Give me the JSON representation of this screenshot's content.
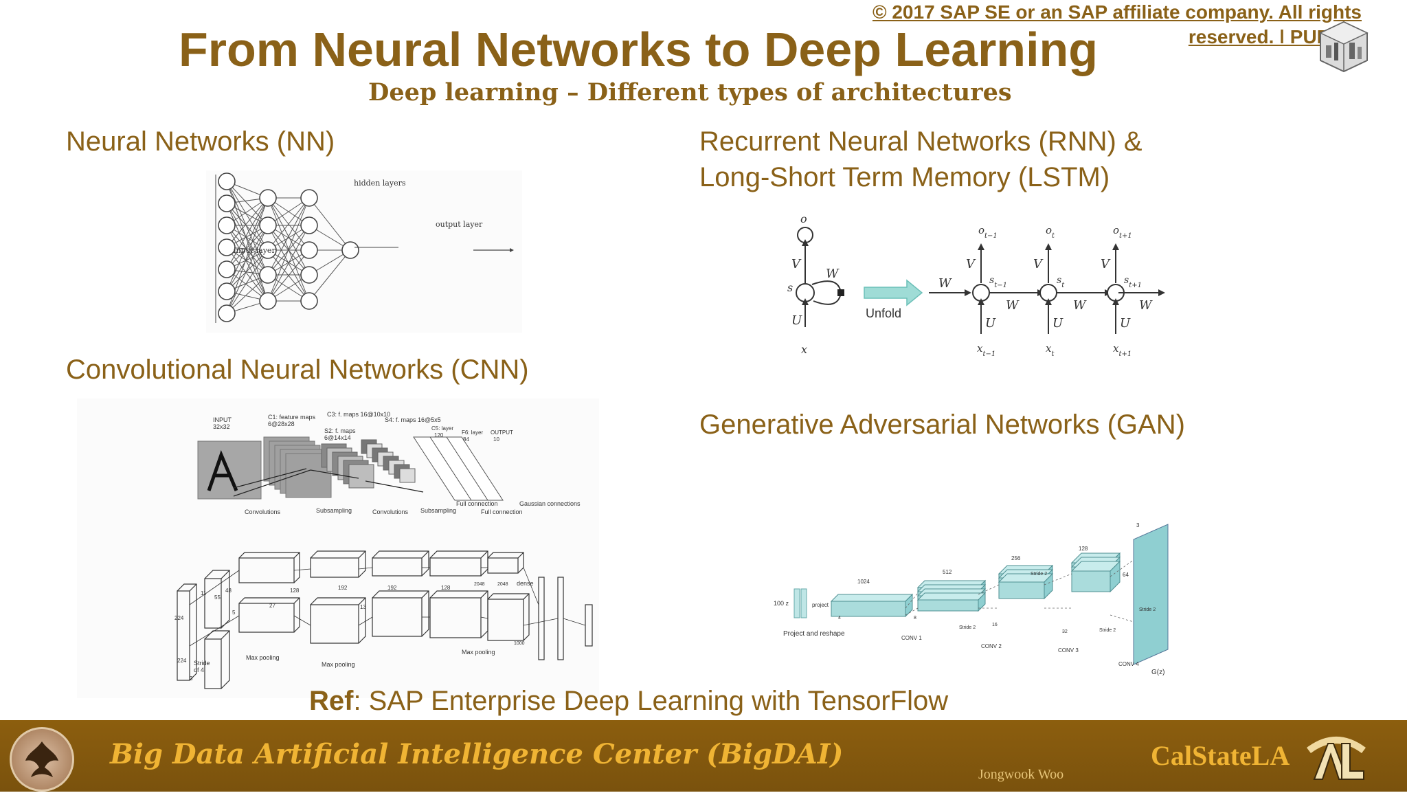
{
  "header": {
    "copyright": "© 2017 SAP SE or an SAP affiliate company. All rights reserved.  ǀ  PUBLIC",
    "title": "From Neural Networks to Deep Learning",
    "subtitle": "Deep learning – Different types of architectures"
  },
  "sections": {
    "nn": {
      "label": "Neural Networks (NN)",
      "diagram": {
        "hidden_layers": "hidden layers",
        "input_layer": "input layer",
        "output_layer": "output layer"
      }
    },
    "rnn": {
      "label": "Recurrent Neural Networks (RNN) & Long-Short Term Memory (LSTM)",
      "diagram": {
        "o": "o",
        "s": "s",
        "x": "x",
        "V": "V",
        "U": "U",
        "W": "W",
        "unfold": "Unfold",
        "o_prev": "o",
        "o_prev_sub": "t−1",
        "o_cur": "o",
        "o_cur_sub": "t",
        "o_next": "o",
        "o_next_sub": "t+1",
        "s_prev": "s",
        "s_prev_sub": "t−1",
        "s_cur": "s",
        "s_cur_sub": "t",
        "s_next": "s",
        "s_next_sub": "t+1",
        "x_prev": "x",
        "x_prev_sub": "t−1",
        "x_cur": "x",
        "x_cur_sub": "t",
        "x_next": "x",
        "x_next_sub": "t+1"
      }
    },
    "cnn": {
      "label": "Convolutional Neural Networks (CNN)",
      "lenet": {
        "input": "INPUT",
        "input_dim": "32x32",
        "c1": "C1: feature maps",
        "c1_dim": "6@28x28",
        "s2": "S2: f. maps",
        "s2_dim": "6@14x14",
        "c3": "C3: f. maps 16@10x10",
        "s4": "S4: f. maps 16@5x5",
        "c5": "C5: layer",
        "c5_dim": "120",
        "f6": "F6: layer",
        "f6_dim": "84",
        "output": "OUTPUT",
        "output_dim": "10",
        "convolutions": "Convolutions",
        "subsampling": "Subsampling",
        "convolutions2": "Convolutions",
        "subsampling2": "Subsampling",
        "full_connection": "Full connection",
        "full_connection2": "Full connection",
        "gaussian": "Gaussian connections"
      },
      "alexnet": {
        "n224a": "224",
        "n224b": "224",
        "n3": "3",
        "stride": "Stride",
        "stride_of": "of 4",
        "n11": "11",
        "n55": "55",
        "n48": "48",
        "n5": "5",
        "n27": "27",
        "n128": "128",
        "n192a": "192",
        "n192b": "192",
        "n13": "13",
        "n128b": "128",
        "n2048a": "2048",
        "n2048b": "2048",
        "dense": "dense",
        "n1000": "1000",
        "max_pooling1": "Max pooling",
        "max_pooling2": "Max pooling",
        "max_pooling3": "Max pooling"
      }
    },
    "gan": {
      "label": "Generative Adversarial Networks (GAN)",
      "diagram": {
        "z": "100 z",
        "proj": "project",
        "project_reshape": "Project and reshape",
        "n1024": "1024",
        "n512": "512",
        "n256": "256",
        "n128": "128",
        "n64": "64",
        "n3": "3",
        "n4": "4",
        "n8": "8",
        "n16": "16",
        "n32": "32",
        "stride2a": "Stride 2",
        "stride2b": "Stride 2",
        "stride2c": "Stride 2",
        "stride2d": "Stride 2",
        "conv1": "CONV 1",
        "conv2": "CONV 2",
        "conv3": "CONV 3",
        "conv4": "CONV 4",
        "gz": "G(z)"
      }
    }
  },
  "ref": {
    "bold": "Ref",
    "text": ": SAP Enterprise Deep Learning with TensorFlow"
  },
  "footer": {
    "center": "Big Data Artificial Intelligence Center (BigDAI)",
    "author": "Jongwook Woo",
    "brand": "CalStateLA"
  },
  "colors": {
    "accent": "#8a6118",
    "footer_bg": "#7f560d",
    "footer_text": "#f0b434",
    "teal": "#8fd3d3"
  },
  "icons": [
    "sap-cube-icon",
    "bigdai-logo-icon",
    "calstatela-logo-icon"
  ]
}
